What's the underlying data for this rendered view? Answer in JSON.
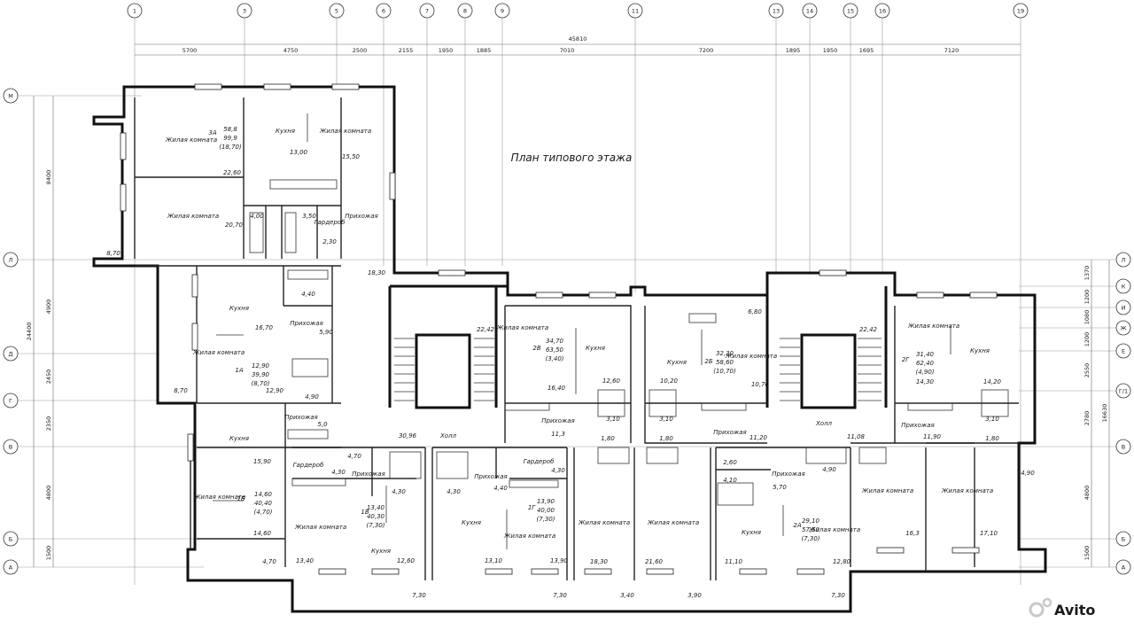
{
  "title": "План типового этажа",
  "watermark": "Avito",
  "top_axes": [
    "1",
    "3",
    "5",
    "6",
    "7",
    "8",
    "9",
    "11",
    "13",
    "14",
    "15",
    "16",
    "19"
  ],
  "left_axes": [
    "М",
    "Л",
    "Д",
    "Г",
    "В",
    "Б",
    "А"
  ],
  "right_axes": [
    "Л",
    "К",
    "И",
    "Ж",
    "Е",
    "Г/1",
    "В",
    "Б",
    "А"
  ],
  "top_total": "45810",
  "top_dims": [
    "5700",
    "4750",
    "2500",
    "2155",
    "1950",
    "1885",
    "7010",
    "7200",
    "1895",
    "1950",
    "1695",
    "7120"
  ],
  "left_total": "24400",
  "left_dims": [
    "8400",
    "4900",
    "2450",
    "2350",
    "4800",
    "1500"
  ],
  "right_total": "16630",
  "right_dims": [
    "1370",
    "1200",
    "1080",
    "1200",
    "2550",
    "2780",
    "4800",
    "1500"
  ],
  "labels": {
    "living": "Жилая комната",
    "kitchen": "Кухня",
    "hall": "Прихожая",
    "corridor": "Холл",
    "wardrobe": "Гардероб"
  },
  "apartments": [
    {
      "code": "3А",
      "stats": [
        "58,8",
        "99,9",
        "(18,70)"
      ]
    },
    {
      "code": "1А",
      "stats": [
        "12,90",
        "39,90",
        "(8,70)"
      ]
    },
    {
      "code": "1Б",
      "stats": [
        "14,60",
        "40,40",
        "(4,70)"
      ]
    },
    {
      "code": "1В",
      "stats": [
        "13,40",
        "40,30",
        "(7,30)"
      ]
    },
    {
      "code": "1Г",
      "stats": [
        "13,90",
        "40,00",
        "(7,30)"
      ]
    },
    {
      "code": "2В",
      "stats": [
        "34,70",
        "63,50",
        "(3,40)"
      ]
    },
    {
      "code": "2Б",
      "stats": [
        "32,30",
        "58,60",
        "(10,70)"
      ]
    },
    {
      "code": "2Г",
      "stats": [
        "31,40",
        "62,40",
        "(4,90)"
      ]
    },
    {
      "code": "2А",
      "stats": [
        "29,10",
        "57,50",
        "(7,30)"
      ]
    }
  ],
  "areas": {
    "a3_living1": "22,60",
    "a3_living2": "20,70",
    "a3_kitchen": "13,00",
    "a3_living3": "15,50",
    "a3_bath1": "4,00",
    "a3_bath2": "3,50",
    "a3_ward": "2,30",
    "a3_balc": "8,70",
    "a3_hall": "18,30",
    "a3_bath3": "4,40",
    "a1_kitchen": "16,70",
    "a1_hall": "5,90",
    "a1_living": "12,90",
    "a1_bath": "4,90",
    "a1_balc": "8,70",
    "b1_hall": "5,0",
    "b1_kitchen": "15,90",
    "b1_living": "14,60",
    "b1_balc": "4,70",
    "v1_ward": "4,30",
    "v1_bath": "4,30",
    "v1_living": "13,40",
    "v1_kitchen": "12,60",
    "v1_hall": "4,70",
    "g1_hall": "4,40",
    "g1_ward": "4,30",
    "g1_bath": "4,30",
    "g1_kitchen": "13,10",
    "g1_living": "13,90",
    "corr1": "30,96",
    "corr2": "11,20",
    "corr3": "11,08",
    "stair1": "22,42",
    "stair2": "22,42",
    "lobby": "6,80",
    "v2_kitchen": "12,60",
    "v2_living": "16,40",
    "v2_hall": "11,3",
    "v2_bath1": "3,10",
    "v2_bath2": "1,80",
    "b2_kitchen": "10,20",
    "b2_living": "10,70",
    "b2_bath1": "3,10",
    "b2_bath2": "1,80",
    "mid_living1": "18,30",
    "mid_living2": "21,60",
    "a2_living": "11,10",
    "a2_bath1": "2,60",
    "a2_bath2": "4,10",
    "a2_hall": "5,70",
    "a2_liv2": "12,80",
    "g2_kitchen": "14,20",
    "g2_living": "14,30",
    "g2_hall": "11,90",
    "g2_bath1": "3,10",
    "g2_bath2": "1,80",
    "g2_bath3": "4,90",
    "e1_living": "16,3",
    "e2_living": "17,10",
    "e2_balc": "4,90",
    "balc_a": "7,30",
    "balc_b": "7,30",
    "balc_c": "3,40",
    "balc_d": "3,90",
    "balc_e": "7,30"
  }
}
